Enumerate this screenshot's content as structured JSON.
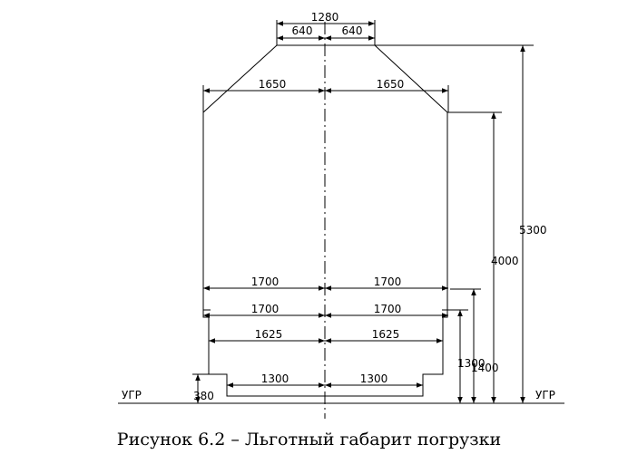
{
  "caption": "Рисунок 6.2 – Льготный габарит погрузки",
  "dimensions": {
    "top_total": "1280",
    "top_left_half": "640",
    "top_right_half": "640",
    "upper_left": "1650",
    "upper_right": "1650",
    "mid_left": "1700",
    "mid_right": "1700",
    "lower_left": "1700",
    "lower_right": "1700",
    "narrow_left": "1625",
    "narrow_right": "1625",
    "base_left": "1300",
    "base_right": "1300",
    "height_total": "5300",
    "height_side": "4000",
    "height_lower_a": "1400",
    "height_lower_b": "1300",
    "height_step": "380"
  },
  "labels": {
    "ugr_left": "УГР",
    "ugr_right": "УГР"
  }
}
